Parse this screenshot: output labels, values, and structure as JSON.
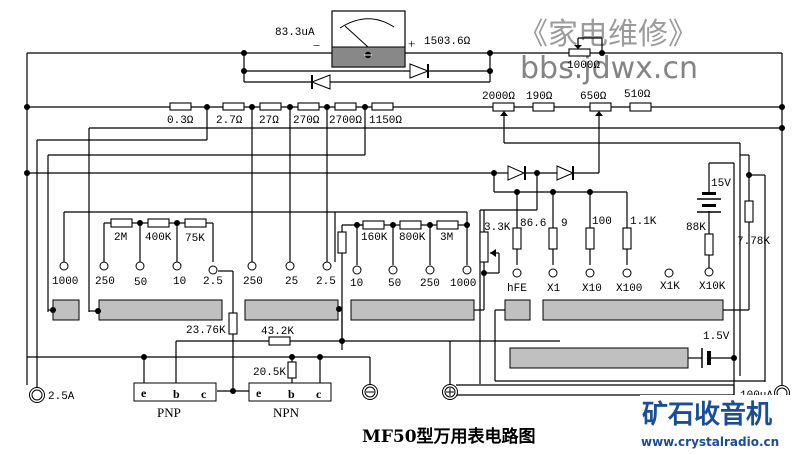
{
  "title": "MF50型万用表电路图",
  "watermarks": {
    "top_cn": "《家电维修》",
    "top_url": "bbs.jdwx.cn",
    "bottom_cn": "矿石收音机",
    "bottom_url": "www.crystalradio.cn",
    "bottom_color": "#1a4e9a"
  },
  "meter": {
    "current": "83.3uA",
    "resistance": "1503.6Ω",
    "minus": "−",
    "plus": "+"
  },
  "top_resistors": {
    "r_adj_top": "1000Ω",
    "chain_right": [
      "2000Ω",
      "190Ω",
      "650Ω",
      "510Ω"
    ],
    "shunt_chain": [
      "0.3Ω",
      "2.7Ω",
      "27Ω",
      "270Ω",
      "2700Ω",
      "1150Ω"
    ]
  },
  "dcv_left": {
    "resistors": [
      "2M",
      "400K",
      "75K"
    ],
    "terminals": [
      "1000",
      "250",
      "50",
      "10",
      "2.5"
    ]
  },
  "dca": {
    "terminals": [
      "250",
      "25",
      "2.5"
    ]
  },
  "acv": {
    "resistors": [
      "160K",
      "800K",
      "3M"
    ],
    "terminals": [
      "10",
      "50",
      "250",
      "1000"
    ]
  },
  "ohms": {
    "pot": "3.3K",
    "resistors": [
      "86.6",
      "9",
      "100",
      "1.1K"
    ],
    "terminals": [
      "hFE",
      "X1",
      "X10",
      "X100",
      "X1K",
      "X10K"
    ],
    "battery_high": "15V",
    "r_88k": "88K",
    "r_778k": "7.78K",
    "battery_low": "1.5V"
  },
  "transistor": {
    "r_2376k": "23.76K",
    "r_432k": "43.2K",
    "r_205k": "20.5K",
    "pnp_pins": [
      "e",
      "b",
      "c"
    ],
    "npn_pins": [
      "e",
      "b",
      "c"
    ],
    "pnp_label": "PNP",
    "npn_label": "NPN"
  },
  "jacks": {
    "j_25a": "2.5A",
    "j_100ua": "100uA"
  }
}
